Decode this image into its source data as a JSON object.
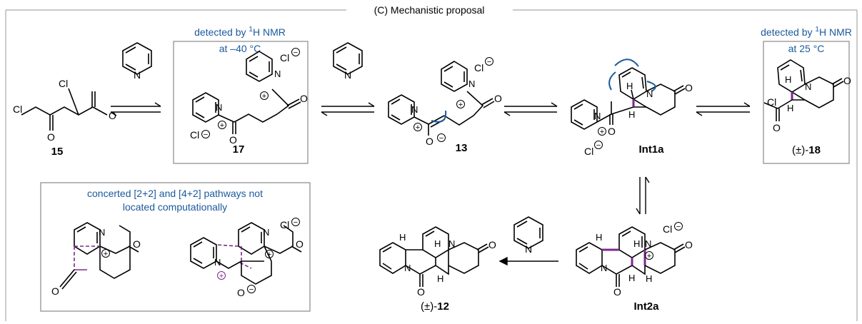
{
  "header": {
    "title": "(C) Mechanistic proposal"
  },
  "boxes": {
    "nmr_17": {
      "line1_prefix": "detected by ",
      "superscript": "1",
      "line1_suffix": "H NMR",
      "line2": "at –40 °C"
    },
    "nmr_18": {
      "line1_prefix": "detected by ",
      "superscript": "1",
      "line1_suffix": "H NMR",
      "line2": "at 25 °C"
    },
    "pathways": {
      "line1": "concerted [2+2] and [4+2] pathways not",
      "line2": "located computationally"
    }
  },
  "compounds": {
    "c15": "15",
    "c17": "17",
    "c13": "13",
    "int1a": "Int1a",
    "c18_prefix": "(±)-",
    "c18_num": "18",
    "int2a": "Int2a",
    "c12_prefix": "(±)-",
    "c12_num": "12"
  },
  "atoms": {
    "N": "N",
    "O": "O",
    "Cl": "Cl",
    "H": "H",
    "plus": "+",
    "minus": "−"
  },
  "colors": {
    "text_blue": "#1a5a9c",
    "bond_purple": "#7b2a8a",
    "box_border": "#9a9a9a"
  }
}
